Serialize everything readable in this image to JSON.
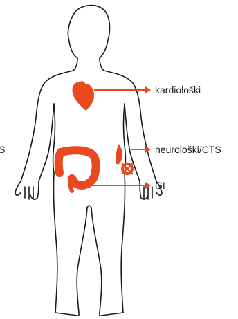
{
  "labels": {
    "cardio": "kardiološki",
    "neuro": "neurološki/CTS",
    "gi": "GI",
    "cut_left": "S"
  },
  "colors": {
    "organ": "#e8491e",
    "outline": "#1a1a1a",
    "text": "#1a1a1a",
    "background": "#ffffff"
  },
  "icons": {
    "heart": "heart-icon",
    "colon": "colon-icon",
    "nerve": "nerve-icon",
    "wrist": "wrist-icon"
  }
}
